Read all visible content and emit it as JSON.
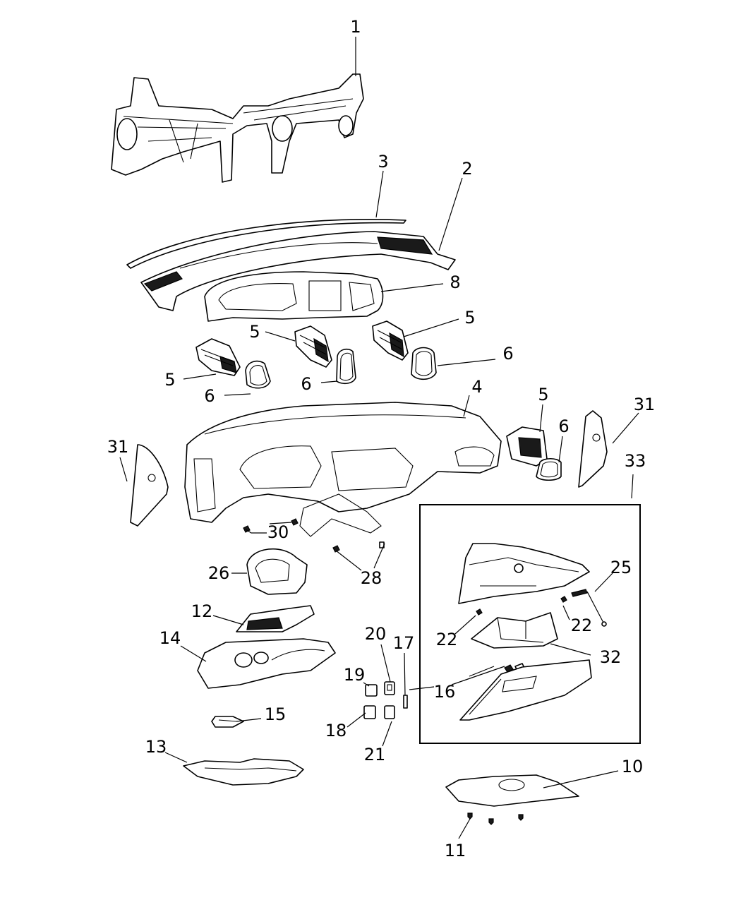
{
  "callouts": [
    {
      "label": "1"
    },
    {
      "label": "2"
    },
    {
      "label": "3"
    },
    {
      "label": "8"
    },
    {
      "label": "5"
    },
    {
      "label": "5"
    },
    {
      "label": "5"
    },
    {
      "label": "6"
    },
    {
      "label": "6"
    },
    {
      "label": "6"
    },
    {
      "label": "4"
    },
    {
      "label": "5"
    },
    {
      "label": "6"
    },
    {
      "label": "31"
    },
    {
      "label": "31"
    },
    {
      "label": "33"
    },
    {
      "label": "30"
    },
    {
      "label": "26"
    },
    {
      "label": "28"
    },
    {
      "label": "25"
    },
    {
      "label": "12"
    },
    {
      "label": "22"
    },
    {
      "label": "22"
    },
    {
      "label": "14"
    },
    {
      "label": "20"
    },
    {
      "label": "17"
    },
    {
      "label": "32"
    },
    {
      "label": "19"
    },
    {
      "label": "16"
    },
    {
      "label": "15"
    },
    {
      "label": "18"
    },
    {
      "label": "13"
    },
    {
      "label": "21"
    },
    {
      "label": "10"
    },
    {
      "label": "11"
    }
  ]
}
